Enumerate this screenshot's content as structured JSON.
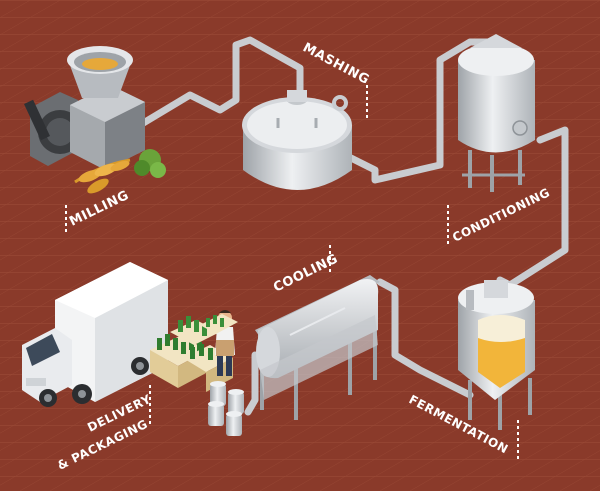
{
  "labels": {
    "milling": "MILLING",
    "mashing": "MASHING",
    "conditioning": "CONDITIONING",
    "cooling": "COOLING",
    "fermentation": "FERMENTATION",
    "delivery_line1": "DELIVERY",
    "delivery_line2": "& PACKAGING"
  },
  "colors": {
    "background": "#8a3a2a",
    "grid": "#9a4a36",
    "pipe": "#c9ccd0",
    "metal_light": "#e6e8eb",
    "metal_mid": "#c4c8cc",
    "metal_dark": "#8e9398",
    "beer": "#f2b53a",
    "foam": "#f7efd8",
    "bottle_green": "#2f7d2f",
    "crate": "#e9d8b0",
    "grain": "#e6a83a"
  },
  "icons": {
    "mill": "grain-mill-icon",
    "mash": "mash-tun-icon",
    "conditioning": "conditioning-tank-icon",
    "cooling": "cooling-tank-icon",
    "fermentation": "fermentation-tank-icon",
    "truck": "delivery-truck-icon",
    "worker": "worker-icon",
    "crates": "bottle-crate-icon",
    "kegs": "keg-icon"
  }
}
